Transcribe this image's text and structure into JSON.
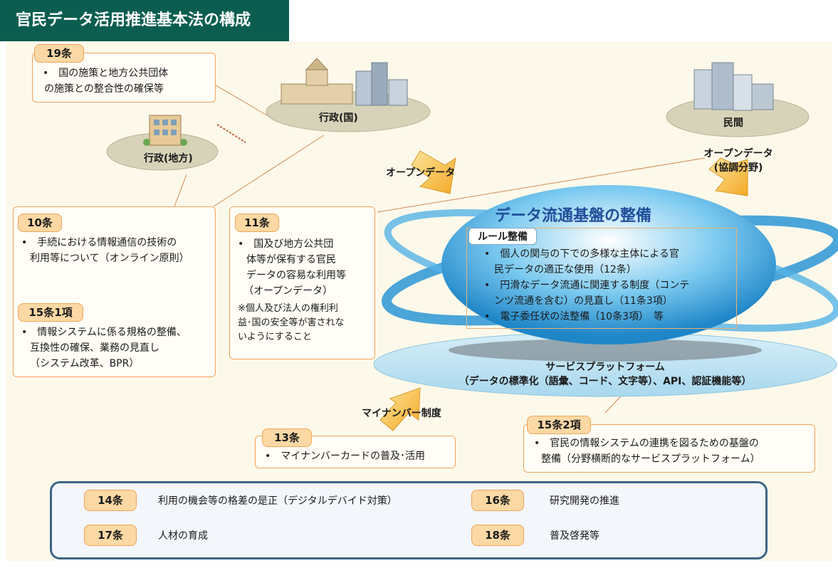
{
  "header": {
    "title": "官民データ活用推進基本法の構成"
  },
  "places": {
    "gov_national": "行政(国)",
    "gov_local": "行政(地方)",
    "private": "民間"
  },
  "arrows": {
    "open_data": "オープンデータ",
    "open_data_coop_line1": "オープンデータ",
    "open_data_coop_line2": "(協調分野)",
    "mynumber": "マイナンバー制度"
  },
  "art19": {
    "tag": "19条",
    "items": [
      "国の施策と地方公共団体",
      "の施策との整合性の確保等"
    ]
  },
  "art10": {
    "tag": "10条",
    "items": [
      "手続における情報通信の技術の",
      "利用等について（オンライン原則）"
    ]
  },
  "art15_1": {
    "tag": "15条1項",
    "items": [
      "情報システムに係る規格の整備、",
      "互換性の確保、業務の見直し",
      "（システム改革、BPR）"
    ]
  },
  "art11": {
    "tag": "11条",
    "items": [
      "国及び地方公共団",
      "体等が保有する官民",
      "データの容易な利用等",
      "（オープンデータ）"
    ],
    "note": [
      "※個人及び法人の権利利",
      "益･国の安全等が害されな",
      "いようにすること"
    ]
  },
  "infra": {
    "title": "データ流通基盤の整備",
    "rule_tag": "ルール整備",
    "items": [
      "個人の関与の下での多様な主体による官",
      "民データの適正な使用（12条）",
      "円滑なデータ流通に関連する制度（コンテ",
      "ンツ流通を含む）の見直し（11条3項）",
      "電子委任状の法整備（10条3項）　等"
    ]
  },
  "platform": {
    "line1": "サービスプラットフォーム",
    "line2": "（データの標準化（語彙、コード、文字等）、API、認証機能等）"
  },
  "art13": {
    "tag": "13条",
    "items": [
      "マイナンバーカードの普及･活用"
    ]
  },
  "art15_2": {
    "tag": "15条2項",
    "items": [
      "官民の情報システムの連携を図るための基盤の",
      "整備（分野横断的なサービスプラットフォーム）"
    ]
  },
  "legend": [
    {
      "tag": "14条",
      "text": "利用の機会等の格差の是正（デジタルデバイド対策）"
    },
    {
      "tag": "16条",
      "text": "研究開発の推進"
    },
    {
      "tag": "17条",
      "text": "人材の育成"
    },
    {
      "tag": "18条",
      "text": "普及啓発等"
    }
  ],
  "bullet": "•",
  "colors": {
    "header": "#0b5e4f",
    "orange": "#f0a35a",
    "tag_fill": "#fcd9a4",
    "cloud": "#3aa3dc",
    "legend_border": "#3d6587"
  }
}
